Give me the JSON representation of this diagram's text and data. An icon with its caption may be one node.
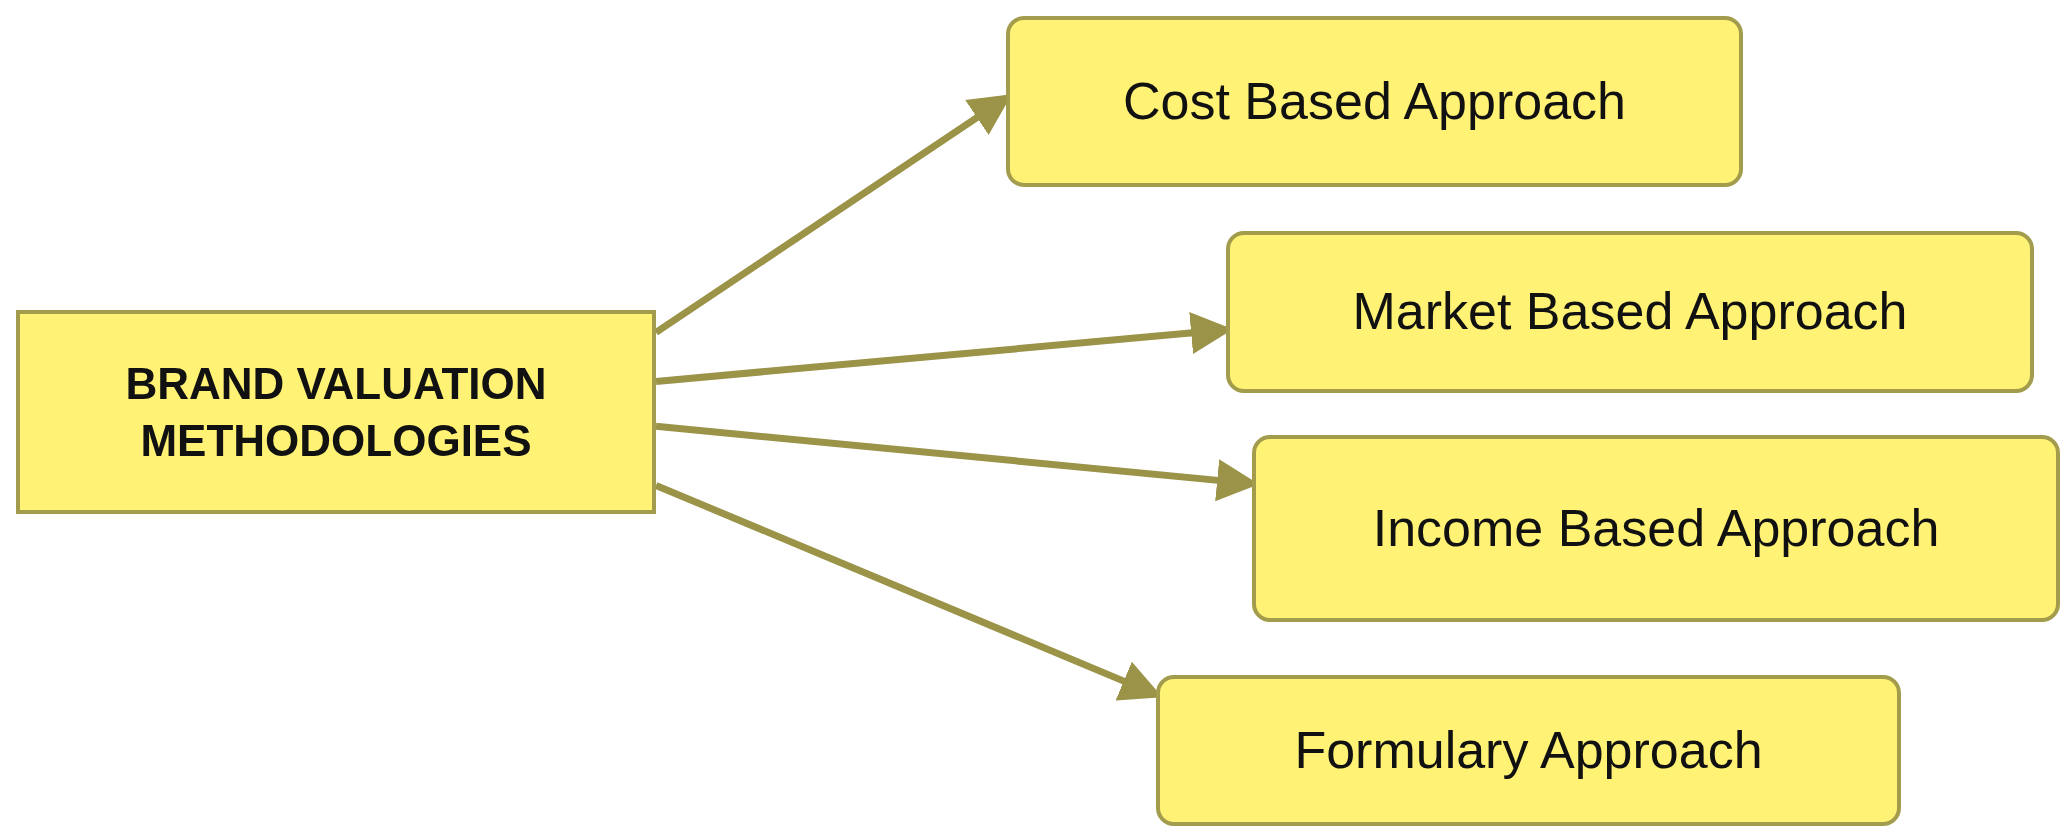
{
  "diagram": {
    "nodes": [
      {
        "text": [
          "BRAND VALUATION METHODOLOGIES"
        ]
      },
      {
        "text": [
          "Cost Based Approach"
        ]
      },
      {
        "text": [
          "Market Based Approach"
        ]
      },
      {
        "text": [
          "Income Based Approach"
        ]
      },
      {
        "text": [
          "Formulary Approach"
        ]
      }
    ],
    "edges": [
      {
        "from": 0,
        "to": 1,
        "arrow": "to"
      },
      {
        "from": 0,
        "to": 2,
        "arrow": "to"
      },
      {
        "from": 0,
        "to": 3,
        "arrow": "to"
      },
      {
        "from": 0,
        "to": 4,
        "arrow": "to"
      }
    ]
  }
}
